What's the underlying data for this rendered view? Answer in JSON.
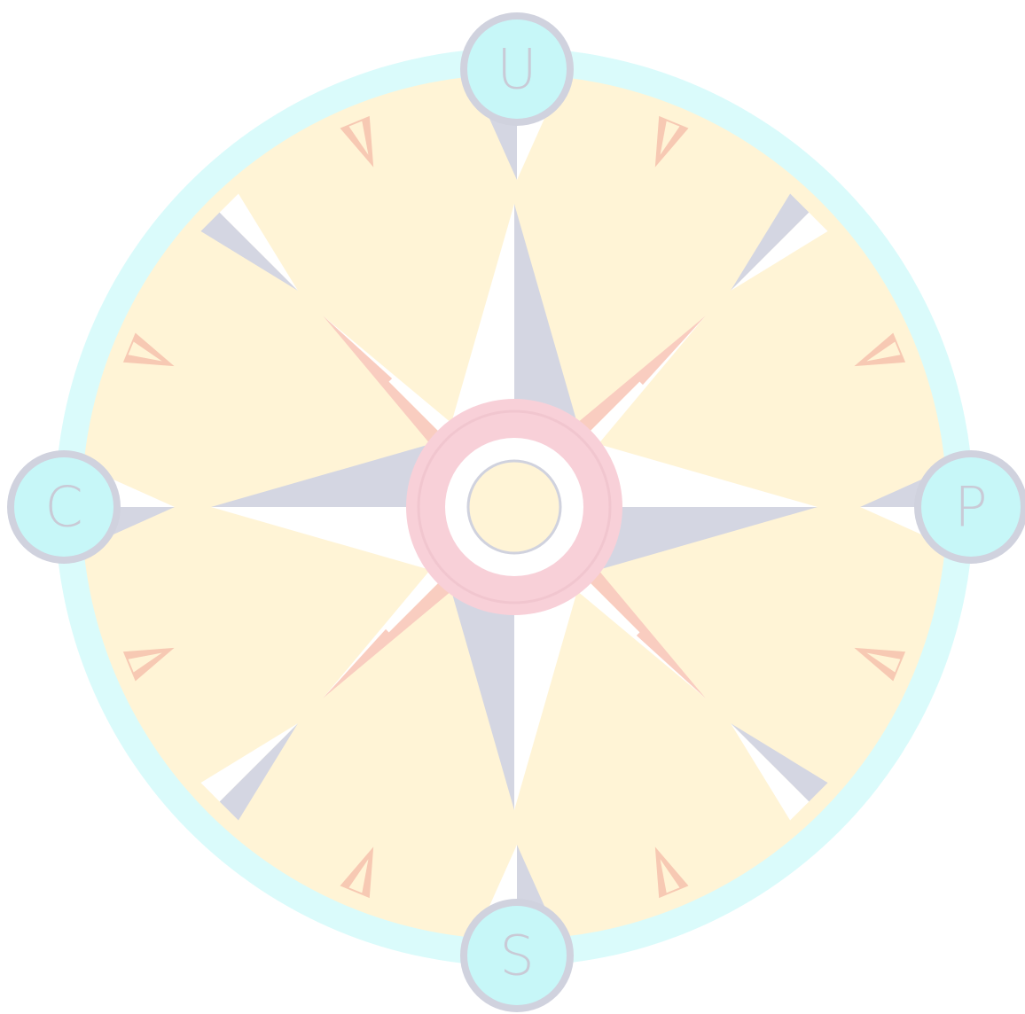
{
  "compass": {
    "labels": {
      "north": "U",
      "east": "P",
      "south": "S",
      "west": "C"
    },
    "colors": {
      "face": "#fff4d6",
      "outer_ring": "#dafbfb",
      "badge_fill": "#c7f7f8",
      "badge_stroke": "#d0d2de",
      "star_dark": "#d4d6e2",
      "star_light": "#ffffff",
      "diagonal_ray": "#f9cdc0",
      "hub_ring": "#f8d0d8",
      "hub_ring_inner": "#f1c6cf",
      "hub_white": "#ffffff",
      "hub_center": "#fff4d6",
      "tick_orange": "#f7c9b3",
      "letter": "#c9cad6"
    }
  }
}
